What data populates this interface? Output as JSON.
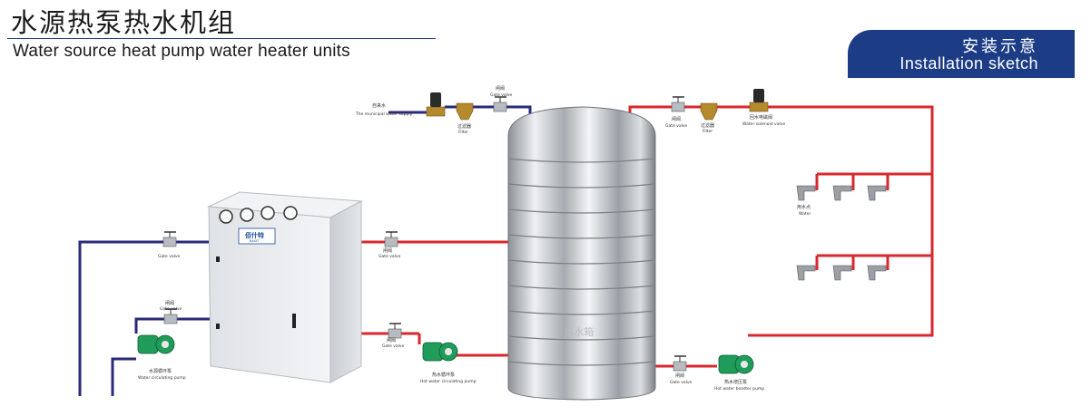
{
  "header": {
    "title_cn": "水源热泵热水机组",
    "title_en": "Water source heat pump water heater units"
  },
  "badge": {
    "cn": "安装示意",
    "en": "Installation sketch"
  },
  "unit": {
    "brand_cn": "佰什特",
    "brand_en": "BASIT"
  },
  "tank": {
    "emboss": "JS水箱"
  },
  "labels": {
    "municipal_cn": "自来水",
    "municipal_en": "The municipal water supply",
    "filter_cn": "过滤器",
    "filter_en": "Filter",
    "gate_cn": "闸阀",
    "gate_en": "Gate valve",
    "solenoid_cn": "回水电磁阀",
    "solenoid_en": "Water solenoid valve",
    "circ_pump_cn": "水源循环泵",
    "circ_pump_en": "Water circulating pump",
    "hot_circ_cn": "热水循环泵",
    "hot_circ_en": "Hot water circulating pump",
    "hot_booster_cn": "热水增压泵",
    "hot_booster_en": "Hot water booster pump",
    "outlet_cn": "用水点",
    "outlet_en": "Water"
  },
  "colors": {
    "hot_pipe": "#d8282e",
    "cold_pipe": "#2a2a7a",
    "pump_green": "#1f9c5a",
    "brass": "#b48a2c",
    "badge_blue": "#1c3d86"
  }
}
